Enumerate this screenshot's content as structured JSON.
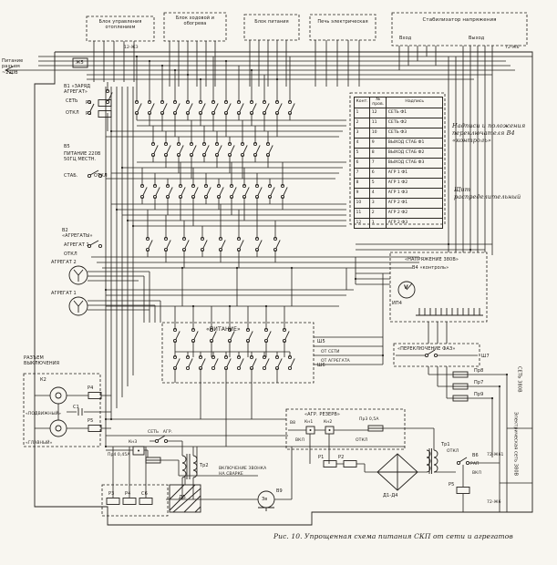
{
  "labels": {
    "power_input": "Питание\nразъем\n~220В",
    "zh5": "Ж5",
    "w12zh3": "12-ЖЗ",
    "w72zh6t": "72-Ж6",
    "b_heat": "Блок управления отоплением",
    "b_hod": "Блок ходовой и обогрева",
    "b_power": "Блок питания",
    "b_stove": "Печь электрическая",
    "b_stab": "Стабилизатор напряжения",
    "stab_in": "Вход",
    "stab_out": "Выход",
    "v1_title": "В1 «ЗАРЯД\nАГРЕГАТ»",
    "v1_set": "СЕТЬ",
    "v1_otkl": "ОТКЛ",
    "r1": "Р1",
    "r2": "Р2",
    "v5_title": "В5",
    "v5_line1": "ПИТАНИЕ 220В\n50ГЦ МЕСТН.",
    "v5_stab": "СТАБ.",
    "v5_otkl": "ОТКЛ",
    "v2_title": "В2\n«АГРЕГАТЫ»",
    "v2_agr": "АГРЕГАТ 1",
    "v2_otkl": "ОТКЛ",
    "gen2": "АГРЕГАТ 2",
    "gen1": "АГРЕГАТ 1",
    "pitanie": "«ПИТАНИЕ»",
    "sh5": "Ш5",
    "sh6": "Ш6",
    "ot_seti": "ОТ СЕТИ",
    "ot_agregata": "ОТ АГРЕГАТА",
    "voltage": "«НАПРЯЖЕНИЕ 380В»",
    "v4": "В4 «контроль»",
    "ip4": "ИП4",
    "v_sym": "V",
    "phase": "«ПЕРЕКЛЮЧЕНИЕ ФАЗ»",
    "sh7": "Ш7",
    "pr8": "Пр8",
    "pr7": "Пр7",
    "pr9": "Пр9",
    "set380": "СЕТЬ 380В",
    "el_set": "Электрическая сеть 380В",
    "w72zh61": "72-Ж61",
    "w72zh6b": "72-Ж6",
    "razem": "РАЗЪЕМ\nВЫКЛЮЧЕНИЯ",
    "k2": "К2",
    "podv": "«ПОДВИЖНЫЙ»",
    "glav": "«ГЛАВНЫЙ»",
    "c1": "С1",
    "r4": "Р4",
    "r5l": "Р5",
    "r3": "Р3",
    "r4b": "Р4",
    "c6": "С6",
    "d5": "Д5",
    "set_agr": "СЕТЬ   АГР.",
    "kn3": "Кн3",
    "pr4": "Пр4 0,45А",
    "tr2": "Тр2",
    "bell_note": "ВКЛЮЧЕНИЕ ЗВОНКА\nНА СВАРКЕ",
    "v9": "В9",
    "zv": "Зв",
    "agr_rezerv": "«АГР. РЕЗЕРВ»",
    "v8": "В8",
    "kn1": "Кн1",
    "kn2": "Кн2",
    "pr3": "Пр3 0,5А",
    "vkl": "ВКЛ",
    "otkl": "ОТКЛ",
    "r1b": "Р1",
    "r2b": "Р2",
    "d1d4": "Д1-Д4",
    "tr1": "Тр1",
    "v6": "В6",
    "rap": "РАП",
    "r5": "Р5",
    "caption": "Рис. 10. Упрощенная схема питания СКП от сети и агрегатов"
  },
  "table": {
    "headers": [
      "Конт.",
      "№ пров.",
      "Надпись"
    ],
    "rows": [
      [
        "1",
        "12",
        "СЕТЬ Ф1"
      ],
      [
        "2",
        "11",
        "СЕТЬ Ф2"
      ],
      [
        "3",
        "10",
        "СЕТЬ Ф3"
      ],
      [
        "4",
        "9",
        "ВЫХОД СТАБ Ф1"
      ],
      [
        "5",
        "8",
        "ВЫХОД СТАБ Ф2"
      ],
      [
        "6",
        "7",
        "ВЫХОД СТАБ Ф3"
      ],
      [
        "7",
        "6",
        "АГР 1 Ф1"
      ],
      [
        "8",
        "5",
        "АГР 1 Ф2"
      ],
      [
        "9",
        "4",
        "АГР 1 Ф3"
      ],
      [
        "10",
        "3",
        "АГР 2 Ф1"
      ],
      [
        "11",
        "2",
        "АГР 2 Ф2"
      ],
      [
        "12",
        "1",
        "АГР 2 Ф3"
      ]
    ],
    "note": "Надписи и положения переключателя В4 «контроль»",
    "panel": "Щит распределительный"
  }
}
